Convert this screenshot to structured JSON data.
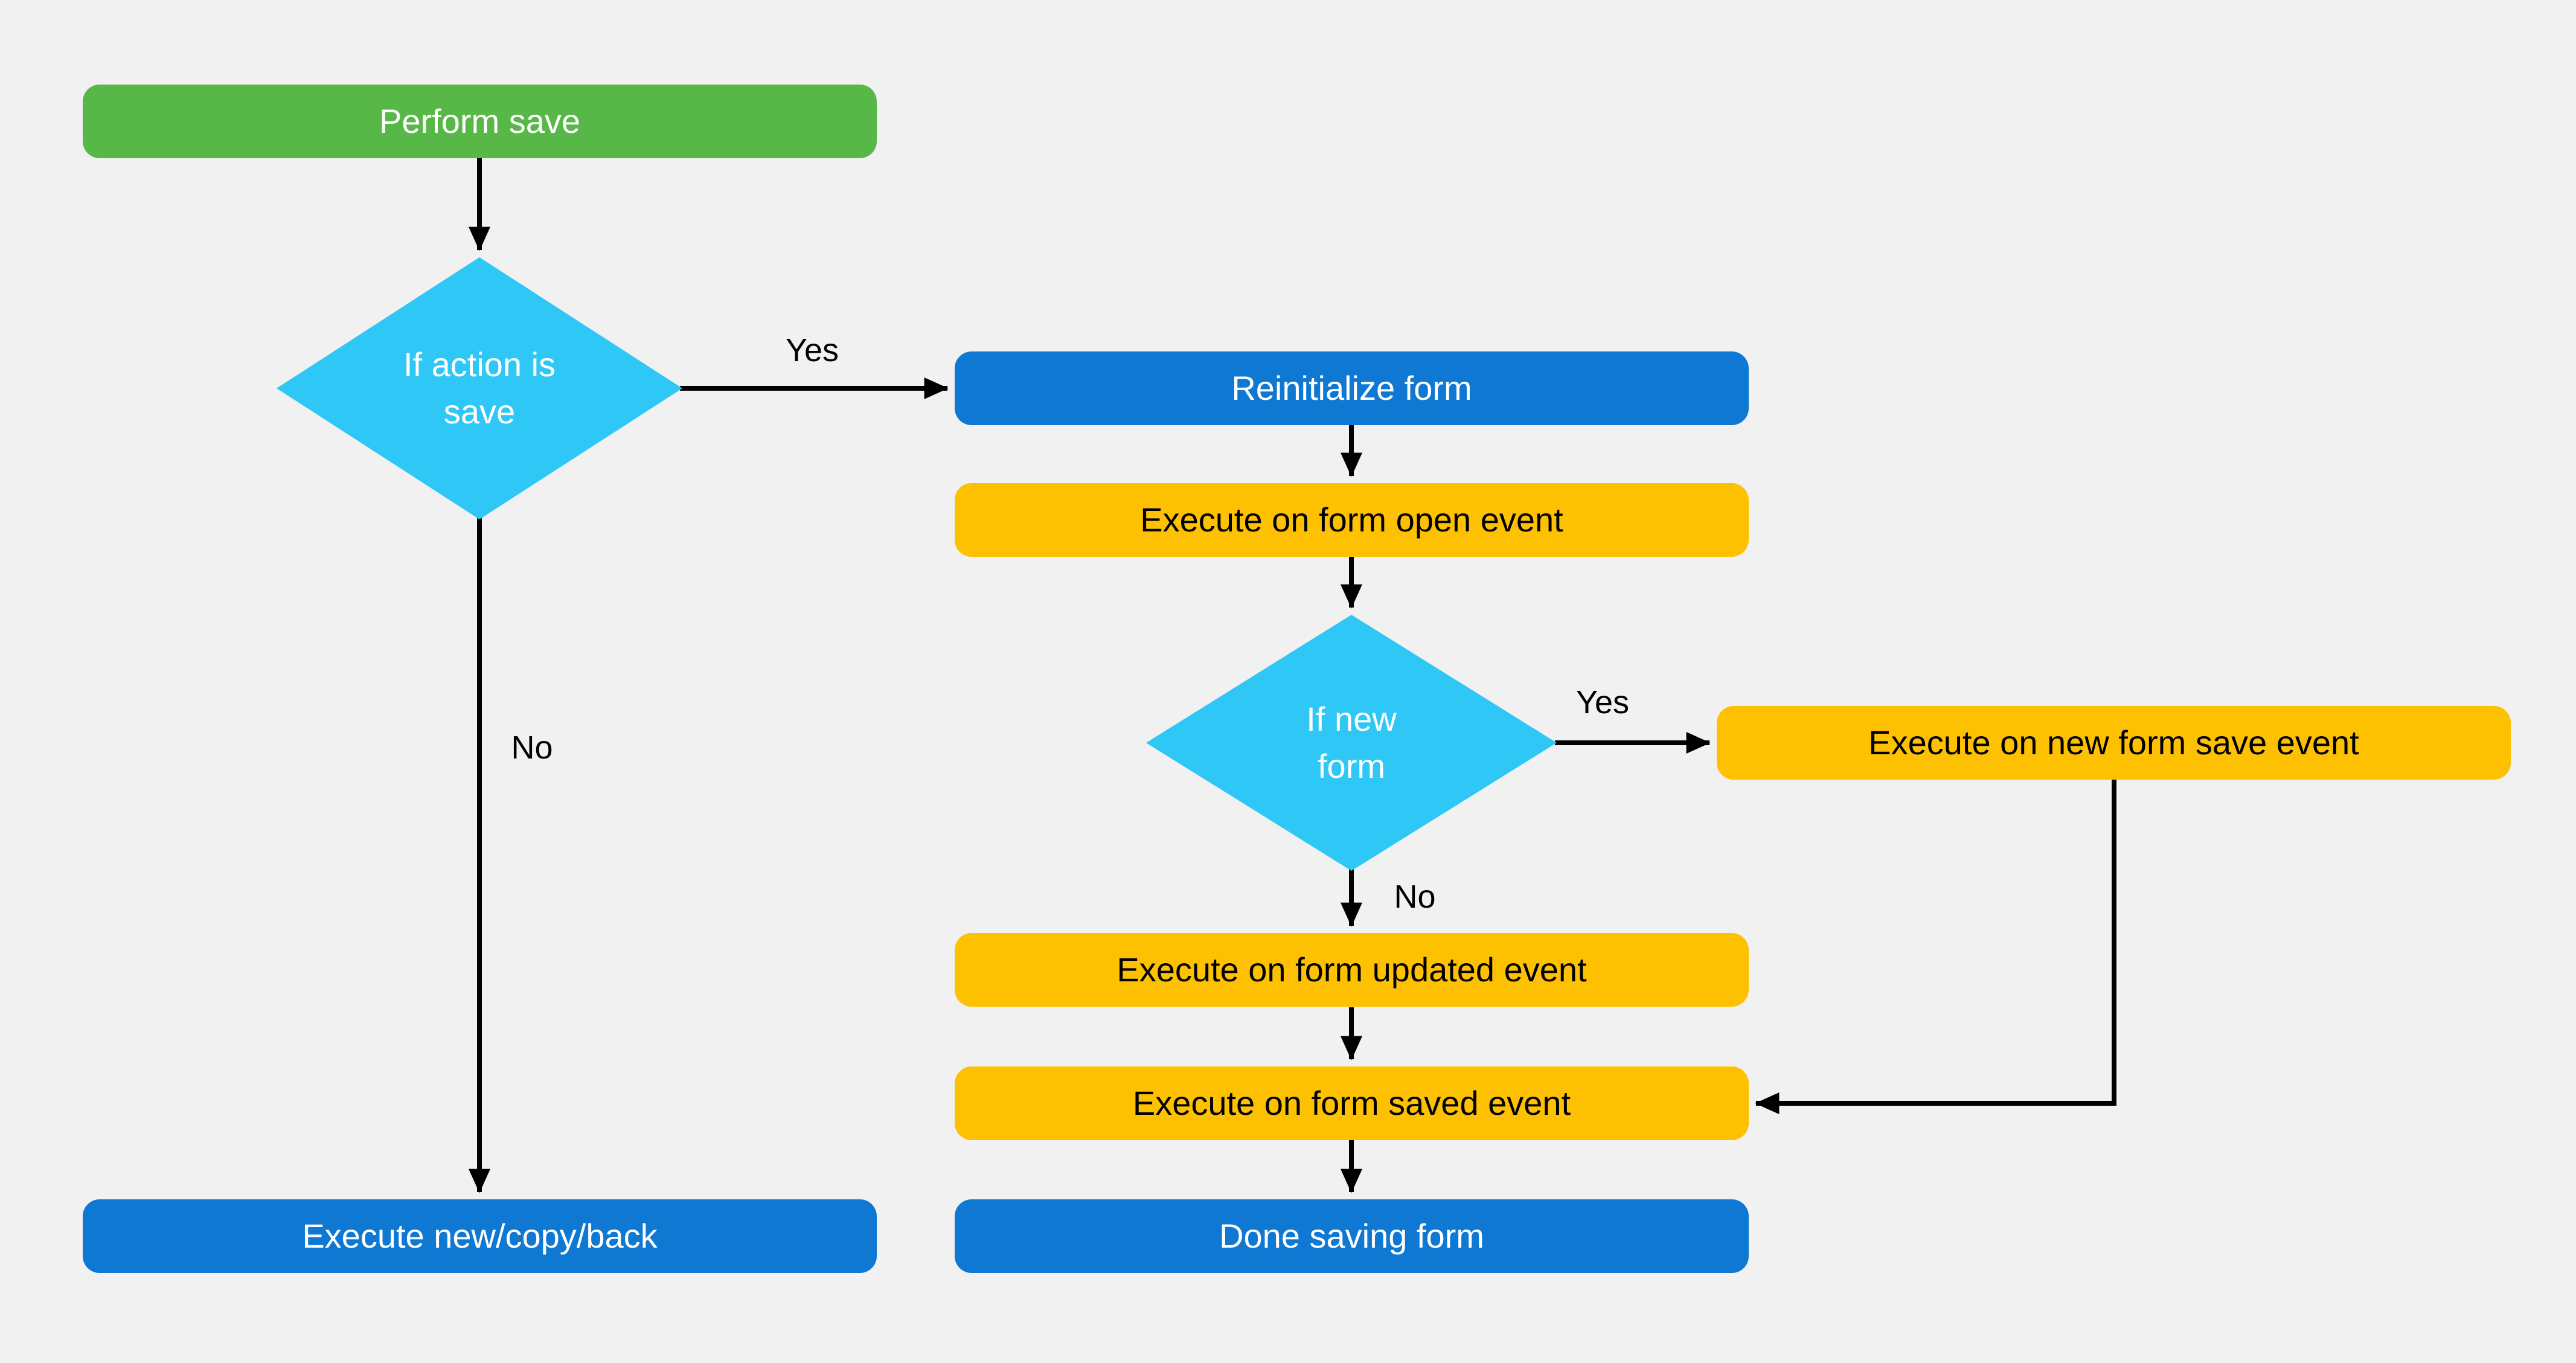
{
  "diagram": {
    "background_color": "#F1F1F2",
    "palette": {
      "start_green": "#57B847",
      "process_blue": "#0E78D2",
      "event_yellow": "#FDC101",
      "decision_cyan": "#2FC8F6",
      "connector_black": "#000000",
      "label_text_black": "#000000",
      "node_text_white": "#FFFFFF"
    },
    "nodes": {
      "perform_save": {
        "label": "Perform save",
        "fill": "start_green"
      },
      "if_action_is_save": {
        "line1": "If action is",
        "line2": "save",
        "fill": "decision_cyan"
      },
      "reinitialize_form": {
        "label": "Reinitialize form",
        "fill": "process_blue"
      },
      "execute_on_form_open_event": {
        "label": "Execute on form open event",
        "fill": "event_yellow"
      },
      "if_new_form": {
        "line1": "If new",
        "line2": "form",
        "fill": "decision_cyan"
      },
      "execute_on_new_form_save_event": {
        "label": "Execute on new form save event",
        "fill": "event_yellow"
      },
      "execute_on_form_updated_event": {
        "label": "Execute on form updated event",
        "fill": "event_yellow"
      },
      "execute_on_form_saved_event": {
        "label": "Execute on form saved event",
        "fill": "event_yellow"
      },
      "done_saving_form": {
        "label": "Done saving form",
        "fill": "process_blue"
      },
      "execute_new_copy_back": {
        "label": "Execute new/copy/back",
        "fill": "process_blue"
      }
    },
    "edge_labels": {
      "action_is_save_yes": "Yes",
      "action_is_save_no": "No",
      "new_form_yes": "Yes",
      "new_form_no": "No"
    }
  }
}
